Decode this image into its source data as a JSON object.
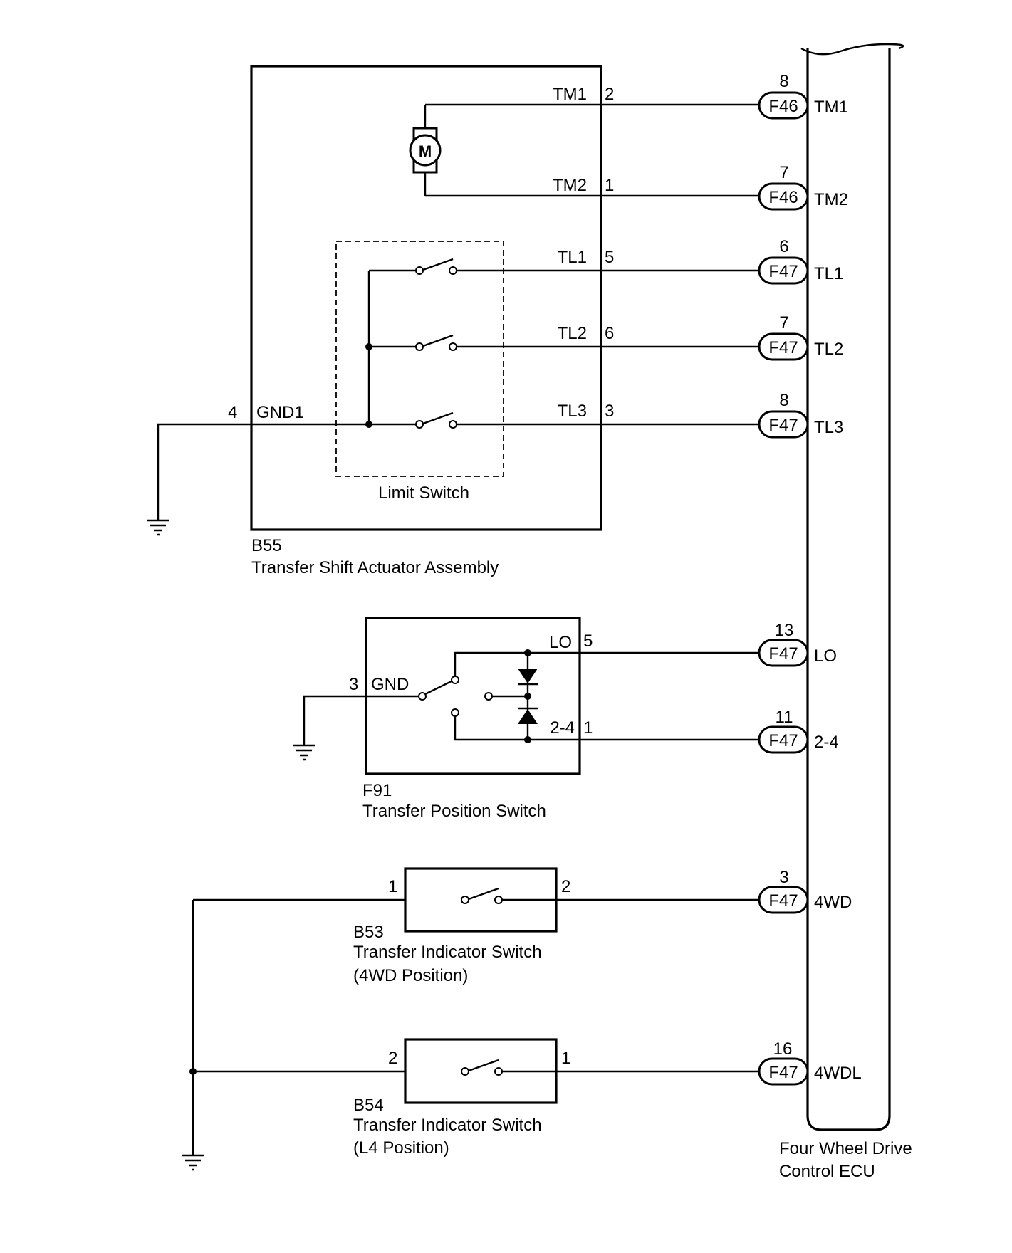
{
  "ecu": {
    "name_line1": "Four Wheel Drive",
    "name_line2": "Control ECU"
  },
  "actuator": {
    "code": "B55",
    "name": "Transfer Shift Actuator Assembly",
    "motor_label": "M",
    "limit_switch_label": "Limit Switch",
    "gnd_label": "GND1",
    "gnd_pin": "4",
    "pins": [
      {
        "signal": "TM1",
        "pin": "2",
        "ecu_pin": "8",
        "connector": "F46",
        "ecu_label": "TM1"
      },
      {
        "signal": "TM2",
        "pin": "1",
        "ecu_pin": "7",
        "connector": "F46",
        "ecu_label": "TM2"
      },
      {
        "signal": "TL1",
        "pin": "5",
        "ecu_pin": "6",
        "connector": "F47",
        "ecu_label": "TL1"
      },
      {
        "signal": "TL2",
        "pin": "6",
        "ecu_pin": "7",
        "connector": "F47",
        "ecu_label": "TL2"
      },
      {
        "signal": "TL3",
        "pin": "3",
        "ecu_pin": "8",
        "connector": "F47",
        "ecu_label": "TL3"
      }
    ]
  },
  "position_switch": {
    "code": "F91",
    "name": "Transfer Position Switch",
    "gnd_label": "GND",
    "gnd_pin": "3",
    "pins": [
      {
        "signal": "LO",
        "pin": "5",
        "ecu_pin": "13",
        "connector": "F47",
        "ecu_label": "LO"
      },
      {
        "signal": "2-4",
        "pin": "1",
        "ecu_pin": "11",
        "connector": "F47",
        "ecu_label": "2-4"
      }
    ]
  },
  "indicator_4wd": {
    "code": "B53",
    "name": "Transfer Indicator Switch",
    "position": "(4WD Position)",
    "pin_left": "1",
    "pin_right": "2",
    "ecu_pin": "3",
    "connector": "F47",
    "ecu_label": "4WD"
  },
  "indicator_l4": {
    "code": "B54",
    "name": "Transfer Indicator Switch",
    "position": "(L4 Position)",
    "pin_left": "2",
    "pin_right": "1",
    "ecu_pin": "16",
    "connector": "F47",
    "ecu_label": "4WDL"
  }
}
